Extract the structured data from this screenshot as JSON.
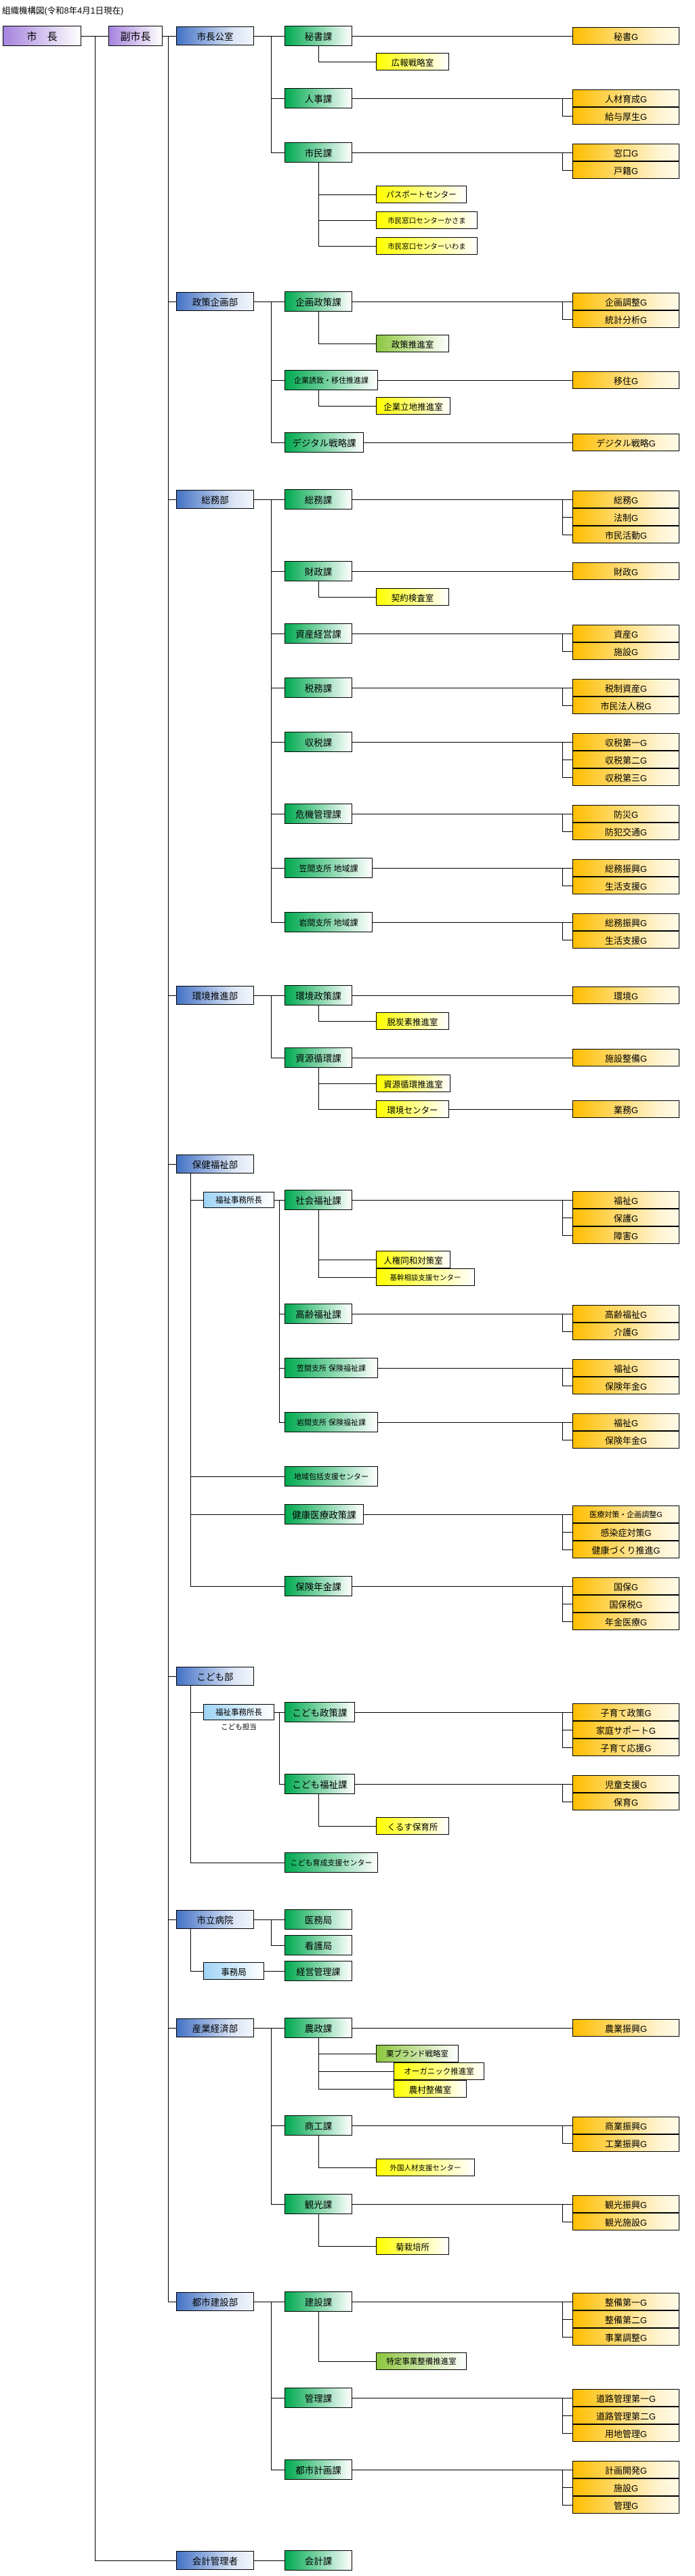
{
  "title": "組織機構図(令和8年4月1日現在)",
  "top": {
    "mayor": "市　長",
    "vice_mayor": "副市長"
  },
  "colors": {
    "mayor_box": "#a583dd",
    "department_box": "#4472c4",
    "course_box": "#00a94f",
    "group_box": "#ffbe00",
    "room_yellow": "#ffff00",
    "room_green": "#8cc63e",
    "staff_box": "#9fd4f5",
    "connector": "#000000"
  },
  "departments": [
    {
      "label": "市長公室",
      "courses": [
        {
          "label": "秘書課",
          "groups": [
            {
              "label": "秘書G"
            }
          ],
          "rooms": [
            {
              "label": "広報戦略室",
              "color": "yellow"
            }
          ]
        },
        {
          "label": "人事課",
          "groups": [
            {
              "label": "人材育成G"
            },
            {
              "label": "給与厚生G"
            }
          ]
        },
        {
          "label": "市民課",
          "groups": [
            {
              "label": "窓口G"
            },
            {
              "label": "戸籍G"
            }
          ],
          "rooms": [
            {
              "label": "パスポートセンター",
              "color": "yellow"
            },
            {
              "label": "市民窓口センターかさま",
              "color": "yellow"
            },
            {
              "label": "市民窓口センターいわま",
              "color": "yellow"
            }
          ]
        }
      ]
    },
    {
      "label": "政策企画部",
      "courses": [
        {
          "label": "企画政策課",
          "groups": [
            {
              "label": "企画調整G"
            },
            {
              "label": "統計分析G"
            }
          ],
          "rooms": [
            {
              "label": "政策推進室",
              "color": "green"
            }
          ]
        },
        {
          "label": "企業誘致・移住推進課",
          "groups": [
            {
              "label": "移住G"
            }
          ],
          "rooms": [
            {
              "label": "企業立地推進室",
              "color": "yellow"
            }
          ]
        },
        {
          "label": "デジタル戦略課",
          "groups": [
            {
              "label": "デジタル戦略G"
            }
          ]
        }
      ]
    },
    {
      "label": "総務部",
      "courses": [
        {
          "label": "総務課",
          "groups": [
            {
              "label": "総務G"
            },
            {
              "label": "法制G"
            },
            {
              "label": "市民活動G"
            }
          ]
        },
        {
          "label": "財政課",
          "groups": [
            {
              "label": "財政G"
            }
          ],
          "rooms": [
            {
              "label": "契約検査室",
              "color": "yellow"
            }
          ]
        },
        {
          "label": "資産経営課",
          "groups": [
            {
              "label": "資産G"
            },
            {
              "label": "施設G"
            }
          ]
        },
        {
          "label": "税務課",
          "groups": [
            {
              "label": "税制資産G"
            },
            {
              "label": "市民法人税G"
            }
          ]
        },
        {
          "label": "収税課",
          "groups": [
            {
              "label": "収税第一G"
            },
            {
              "label": "収税第二G"
            },
            {
              "label": "収税第三G"
            }
          ]
        },
        {
          "label": "危機管理課",
          "groups": [
            {
              "label": "防災G"
            },
            {
              "label": "防犯交通G"
            }
          ]
        },
        {
          "label": "笠間支所 地域課",
          "groups": [
            {
              "label": "総務振興G"
            },
            {
              "label": "生活支援G"
            }
          ]
        },
        {
          "label": "岩間支所 地域課",
          "groups": [
            {
              "label": "総務振興G"
            },
            {
              "label": "生活支援G"
            }
          ]
        }
      ]
    },
    {
      "label": "環境推進部",
      "courses": [
        {
          "label": "環境政策課",
          "groups": [
            {
              "label": "環境G"
            }
          ],
          "rooms": [
            {
              "label": "脱炭素推進室",
              "color": "yellow"
            }
          ]
        },
        {
          "label": "資源循環課",
          "groups": [
            {
              "label": "施設整備G"
            }
          ],
          "rooms": [
            {
              "label": "資源循環推進室",
              "color": "yellow"
            },
            {
              "label": "環境センター",
              "color": "yellow",
              "group": {
                "label": "業務G"
              }
            }
          ]
        }
      ]
    },
    {
      "label": "保健福祉部",
      "welfare_office": {
        "label": "福祉事務所長",
        "courses": [
          {
            "label": "社会福祉課",
            "groups": [
              {
                "label": "福祉G"
              },
              {
                "label": "保護G"
              },
              {
                "label": "障害G"
              }
            ],
            "rooms": [
              {
                "label": "人権同和対策室",
                "color": "yellow"
              },
              {
                "label": "基幹相談支援センター",
                "color": "yellow",
                "attached": true
              }
            ]
          },
          {
            "label": "高齢福祉課",
            "groups": [
              {
                "label": "高齢福祉G"
              },
              {
                "label": "介護G"
              }
            ]
          },
          {
            "label": "笠間支所 保険福祉課",
            "groups": [
              {
                "label": "福祉G"
              },
              {
                "label": "保険年金G"
              }
            ]
          },
          {
            "label": "岩間支所 保険福祉課",
            "groups": [
              {
                "label": "福祉G"
              },
              {
                "label": "保険年金G"
              }
            ]
          }
        ]
      },
      "courses": [
        {
          "label": "地域包括支援センター"
        },
        {
          "label": "健康医療政策課",
          "groups": [
            {
              "label": "医療対策・企画調整G"
            },
            {
              "label": "感染症対策G"
            },
            {
              "label": "健康づくり推進G"
            }
          ]
        },
        {
          "label": "保険年金課",
          "groups": [
            {
              "label": "国保G"
            },
            {
              "label": "国保税G"
            },
            {
              "label": "年金医療G"
            }
          ]
        }
      ]
    },
    {
      "label": "こども部",
      "welfare_office": {
        "label": "福祉事務所長",
        "note": "こども担当",
        "courses": [
          {
            "label": "こども政策課",
            "groups": [
              {
                "label": "子育て政策G"
              },
              {
                "label": "家庭サポートG"
              },
              {
                "label": "子育て応援G"
              }
            ]
          },
          {
            "label": "こども福祉課",
            "groups": [
              {
                "label": "児童支援G"
              },
              {
                "label": "保育G"
              }
            ],
            "rooms": [
              {
                "label": "くるす保育所",
                "color": "yellow"
              }
            ]
          }
        ]
      },
      "courses": [
        {
          "label": "こども育成支援センター"
        }
      ]
    },
    {
      "label": "市立病院",
      "courses": [
        {
          "label": "医務局"
        },
        {
          "label": "看護局"
        }
      ],
      "admin_office": {
        "label": "事務局",
        "course": {
          "label": "経営管理課"
        }
      }
    },
    {
      "label": "産業経済部",
      "courses": [
        {
          "label": "農政課",
          "groups": [
            {
              "label": "農業振興G"
            }
          ],
          "rooms": [
            {
              "label": "栗ブランド戦略室",
              "color": "green"
            },
            {
              "label": "オーガニック推進室",
              "color": "yellow",
              "attached": true,
              "indent": true
            },
            {
              "label": "農村整備室",
              "color": "yellow",
              "attached": true,
              "indent": true
            }
          ]
        },
        {
          "label": "商工課",
          "groups": [
            {
              "label": "商業振興G"
            },
            {
              "label": "工業振興G"
            }
          ],
          "rooms": [
            {
              "label": "外国人材支援センター",
              "color": "yellow"
            }
          ]
        },
        {
          "label": "観光課",
          "groups": [
            {
              "label": "観光振興G"
            },
            {
              "label": "観光施設G"
            }
          ],
          "rooms": [
            {
              "label": "菊栽培所",
              "color": "yellow"
            }
          ]
        }
      ]
    },
    {
      "label": "都市建設部",
      "courses": [
        {
          "label": "建設課",
          "groups": [
            {
              "label": "整備第一G"
            },
            {
              "label": "整備第二G"
            },
            {
              "label": "事業調整G"
            }
          ],
          "rooms": [
            {
              "label": "特定事業整備推進室",
              "color": "green"
            }
          ]
        },
        {
          "label": "管理課",
          "groups": [
            {
              "label": "道路管理第一G"
            },
            {
              "label": "道路管理第二G"
            },
            {
              "label": "用地管理G"
            }
          ]
        },
        {
          "label": "都市計画課",
          "groups": [
            {
              "label": "計画開発G"
            },
            {
              "label": "施設G"
            },
            {
              "label": "管理G"
            }
          ]
        }
      ]
    }
  ],
  "accounting": {
    "label": "会計管理者",
    "course": {
      "label": "会計課"
    }
  }
}
